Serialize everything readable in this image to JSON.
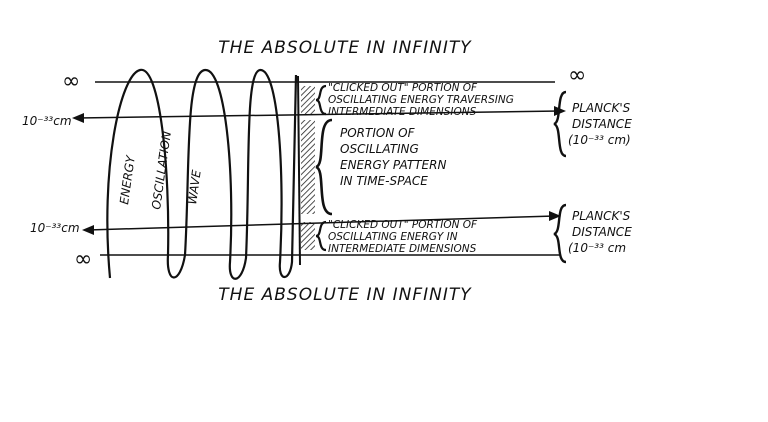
{
  "top_title": "THE ABSOLUTE IN INFINITY",
  "bottom_title": "THE ABSOLUTE IN INFINITY",
  "infinity_symbol": "∞",
  "scale_label": "10⁻³³cm",
  "vertical_labels": [
    "ENERGY",
    "OSCILLATION",
    "WAVE"
  ],
  "upper_clicked_out": {
    "line1": "\"CLICKED OUT\" PORTION OF",
    "line2": "OSCILLATING ENERGY TRAVERSING",
    "line3": "INTERMEDIATE DIMENSIONS"
  },
  "middle_portion": {
    "line1": "PORTION OF",
    "line2": "OSCILLATING",
    "line3": "ENERGY PATTERN",
    "line4": "IN TIME-SPACE"
  },
  "lower_clicked_out": {
    "line1": "\"CLICKED OUT\" PORTION OF",
    "line2": "OSCILLATING ENERGY IN",
    "line3": "INTERMEDIATE DIMENSIONS"
  },
  "planck_upper": {
    "line1": "PLANCK'S",
    "line2": "DISTANCE",
    "line3": "(10⁻³³ cm)"
  },
  "planck_lower": {
    "line1": "PLANCK'S",
    "line2": "DISTANCE",
    "line3": "(10⁻³³ cm"
  }
}
